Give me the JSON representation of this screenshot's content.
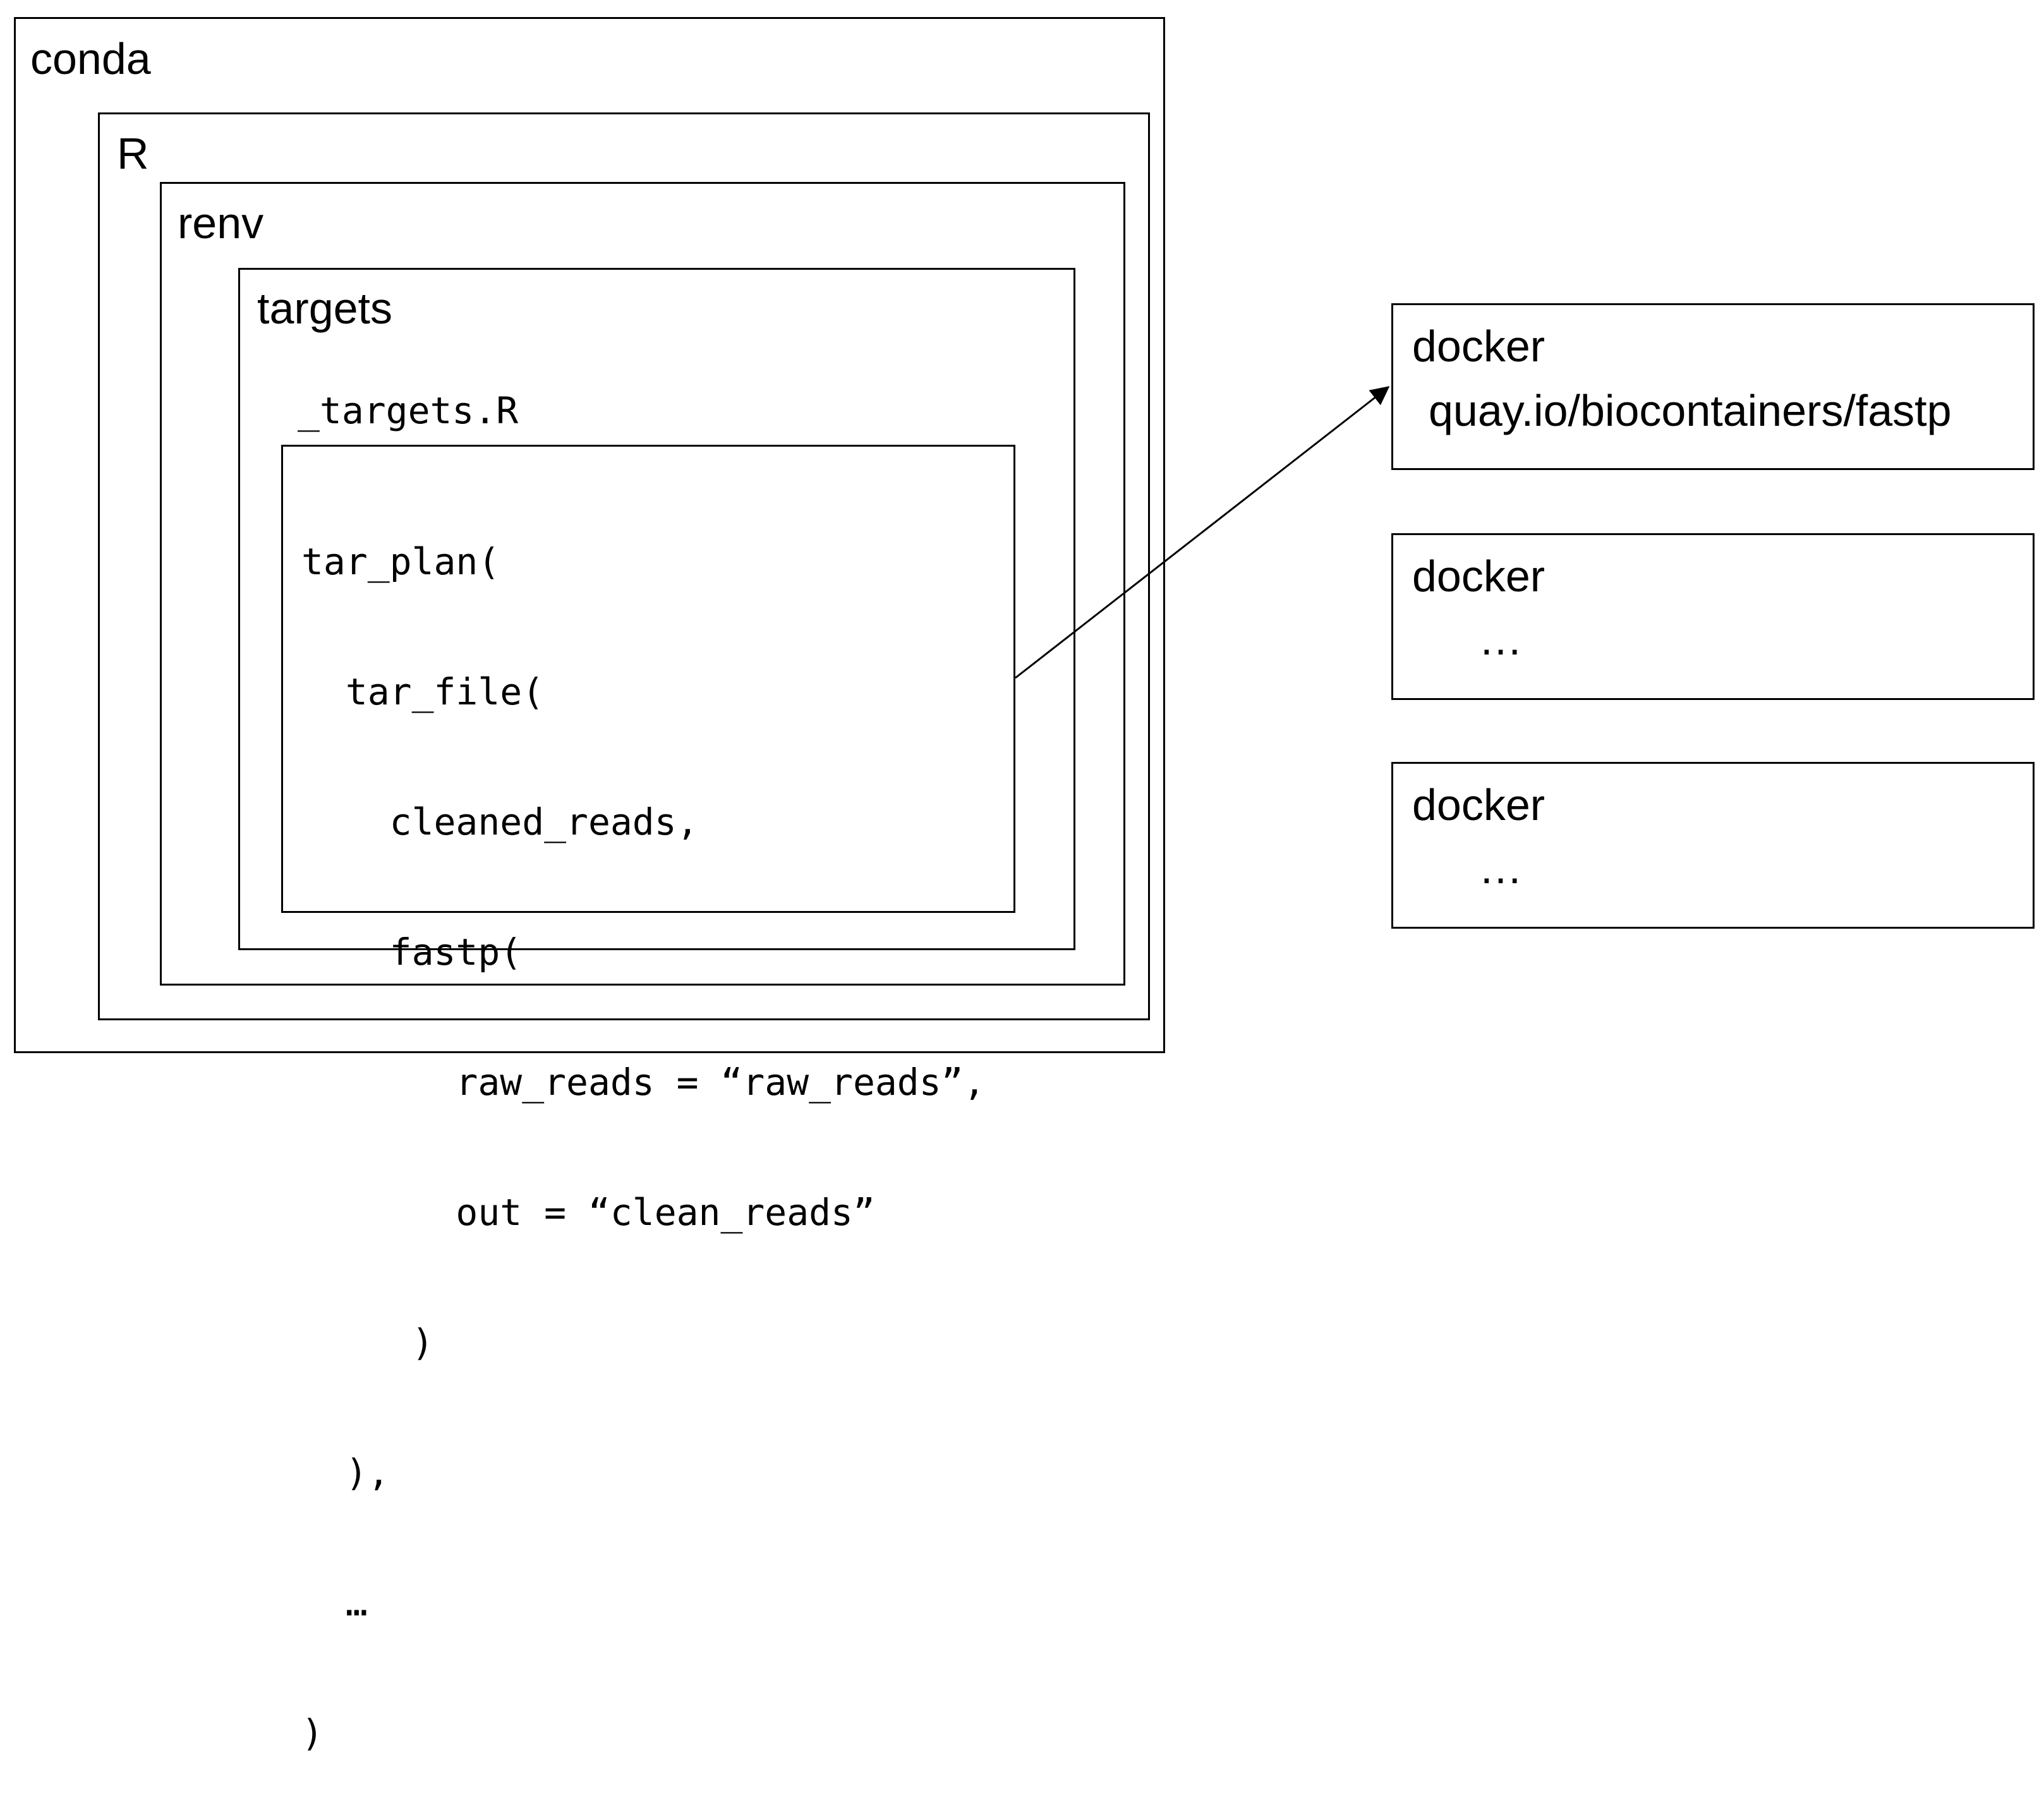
{
  "layers": {
    "conda": "conda",
    "r": "R",
    "renv": "renv",
    "targets": "targets",
    "targets_file": "_targets.R"
  },
  "code_lines": [
    "tar_plan(",
    "  tar_file(",
    "    cleaned_reads,",
    "    fastp(",
    "       raw_reads = “raw_reads”,",
    "       out = “clean_reads”",
    "     )",
    "  ),",
    "  …",
    ")"
  ],
  "docker_boxes": [
    {
      "title": "docker",
      "content": "quay.io/biocontainers/fastp"
    },
    {
      "title": "docker",
      "content": "…"
    },
    {
      "title": "docker",
      "content": "…"
    }
  ],
  "colors": {
    "stroke": "#000000",
    "background": "#ffffff"
  }
}
